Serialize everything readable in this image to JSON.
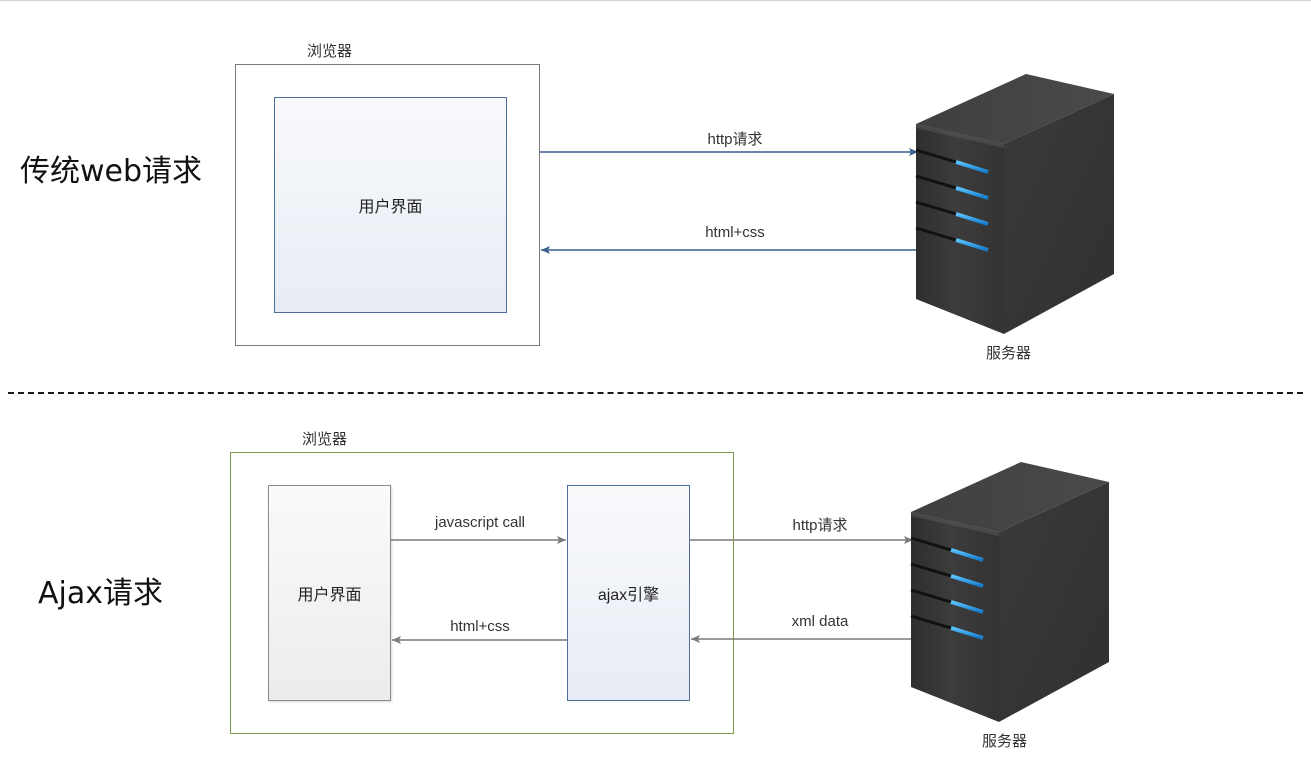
{
  "traditional": {
    "title": "传统web请求",
    "browser_label": "浏览器",
    "ui_box_label": "用户界面",
    "request_label": "http请求",
    "response_label": "html+css",
    "server_label": "服务器"
  },
  "ajax": {
    "title": "Ajax请求",
    "browser_label": "浏览器",
    "ui_box_label": "用户界面",
    "engine_label": "ajax引擎",
    "js_call_label": "javascript  call",
    "engine_response_label": "html+css",
    "request_label": "http请求",
    "response_label": "xml  data",
    "server_label": "服务器"
  },
  "colors": {
    "arrow_blue": "#3d5f8f",
    "arrow_gray": "#7a7a7a",
    "browser_border_green": "#7c9a4d",
    "server_body": "#3a3a3a",
    "server_led": "#2aa0e6"
  }
}
